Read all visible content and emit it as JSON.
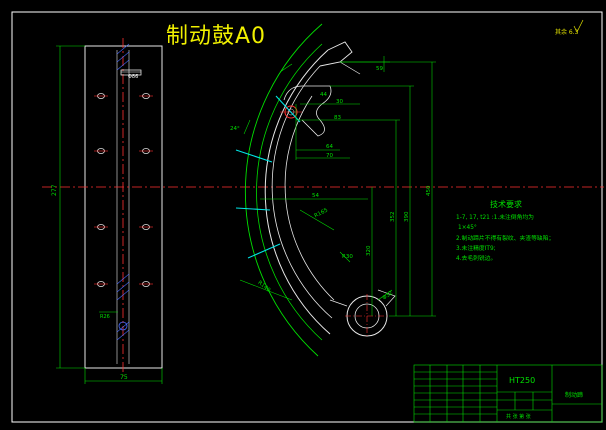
{
  "title": "制动鼓A0",
  "roughness_note": "其余 6.3",
  "colors": {
    "background": "#000000",
    "frame": "#ffffff",
    "geometry": "#e8e8e8",
    "dimension": "#00e000",
    "centerline": "#ff3030",
    "hatch": "#4a6cff",
    "annotation": "#00e5e5",
    "title_text": "#f0f000"
  },
  "tech_requirements": {
    "heading": "技术要求",
    "items": [
      "1-7, 17, t21 :1.未注倒角均为",
      "1×45°",
      "2.制动蹄片不得有裂纹、夹渣等缺陷；",
      "3.未注精度IT9;",
      "4.去毛刺锐边。"
    ]
  },
  "title_block": {
    "material": "HT250",
    "part_name": "制动蹄",
    "footer": "共 张  第 张"
  },
  "dimensions": {
    "left_view": {
      "height": "277",
      "width": "75",
      "top_pin": "Φ86",
      "bottom_note": "R26"
    },
    "right_view": {
      "top_width": "59",
      "d1": "44",
      "d2": "30",
      "d3": "83",
      "d4": "64",
      "d5": "70",
      "d6": "54",
      "r1": "R165",
      "r2": "R140",
      "r3": "R30",
      "arc_note": "24°",
      "v1": "450",
      "v2": "390",
      "v3": "352",
      "v4": "320",
      "hole": "Φ32"
    }
  }
}
